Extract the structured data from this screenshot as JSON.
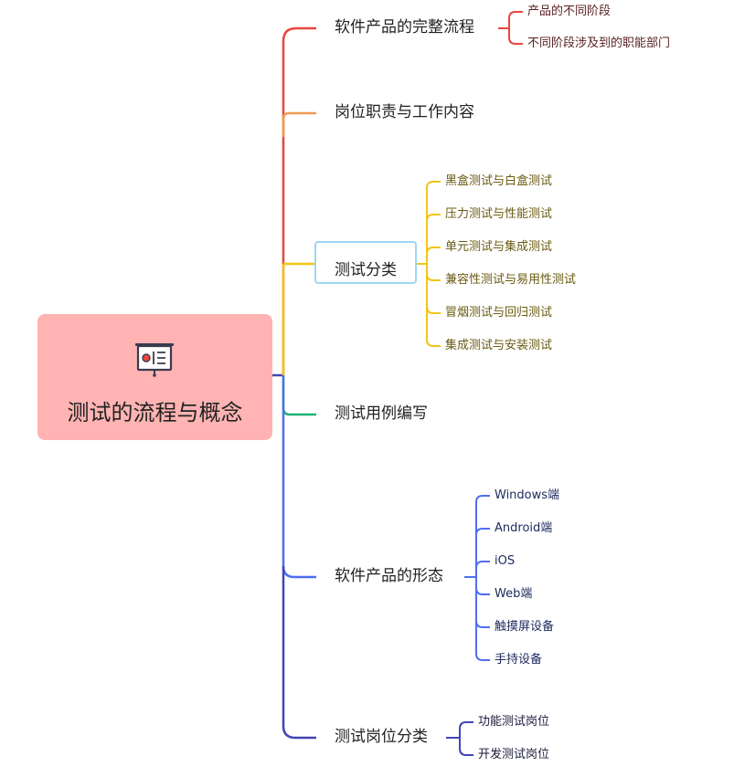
{
  "root": {
    "title": "测试的流程与概念",
    "icon": "presentation-board-icon"
  },
  "colors": {
    "root_bg": "#ffb3b3",
    "red": "#e8463c",
    "orange": "#ef9b50",
    "yellow": "#f3c516",
    "green": "#1eb371",
    "blue": "#4d6ef2",
    "navy": "#4245b4",
    "box_border": "#9fd6f5"
  },
  "branches": [
    {
      "label": "软件产品的完整流程",
      "children": [
        "产品的不同阶段",
        "不同阶段涉及到的职能部门"
      ]
    },
    {
      "label": "岗位职责与工作内容",
      "children": []
    },
    {
      "label": "测试分类",
      "children": [
        "黑盒测试与白盒测试",
        "压力测试与性能测试",
        "单元测试与集成测试",
        "兼容性测试与易用性测试",
        "冒烟测试与回归测试",
        "集成测试与安装测试"
      ]
    },
    {
      "label": "测试用例编写",
      "children": []
    },
    {
      "label": "软件产品的形态",
      "children": [
        "Windows端",
        "Android端",
        "iOS",
        "Web端",
        "触摸屏设备",
        "手持设备"
      ]
    },
    {
      "label": "测试岗位分类",
      "children": [
        "功能测试岗位",
        "开发测试岗位"
      ]
    }
  ]
}
